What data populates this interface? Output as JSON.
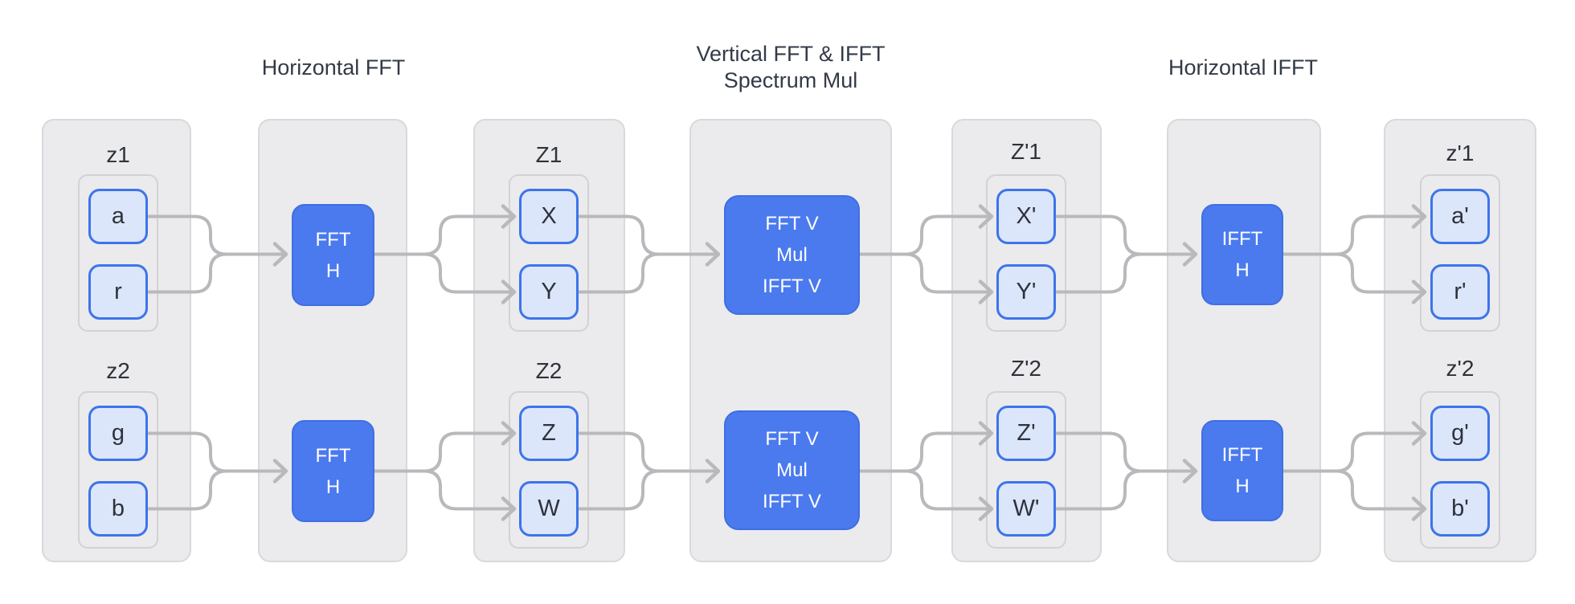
{
  "titles": {
    "stage1": "Horizontal FFT",
    "stage2_line1": "Vertical FFT & IFFT",
    "stage2_line2": "Spectrum Mul",
    "stage3": "Horizontal IFFT"
  },
  "columns": [
    {
      "name": "input-planes",
      "groups": [
        {
          "label": "z1",
          "boxes": [
            "a",
            "r"
          ]
        },
        {
          "label": "z2",
          "boxes": [
            "g",
            "b"
          ]
        }
      ]
    },
    {
      "name": "horizontal-fft-blocks",
      "blocks": [
        {
          "lines": [
            "FFT",
            "H"
          ]
        },
        {
          "lines": [
            "FFT",
            "H"
          ]
        }
      ]
    },
    {
      "name": "horizontal-spectra",
      "groups": [
        {
          "label": "Z1",
          "boxes": [
            "X",
            "Y"
          ]
        },
        {
          "label": "Z2",
          "boxes": [
            "Z",
            "W"
          ]
        }
      ]
    },
    {
      "name": "vertical-fft-mul-ifft-blocks",
      "blocks": [
        {
          "lines": [
            "FFT V",
            "Mul",
            "IFFT V"
          ]
        },
        {
          "lines": [
            "FFT V",
            "Mul",
            "IFFT V"
          ]
        }
      ]
    },
    {
      "name": "processed-spectra",
      "groups": [
        {
          "label": "Z'1",
          "boxes": [
            "X'",
            "Y'"
          ]
        },
        {
          "label": "Z'2",
          "boxes": [
            "Z'",
            "W'"
          ]
        }
      ]
    },
    {
      "name": "horizontal-ifft-blocks",
      "blocks": [
        {
          "lines": [
            "IFFT",
            "H"
          ]
        },
        {
          "lines": [
            "IFFT",
            "H"
          ]
        }
      ]
    },
    {
      "name": "output-planes",
      "groups": [
        {
          "label": "z'1",
          "boxes": [
            "a'",
            "r'"
          ]
        },
        {
          "label": "z'2",
          "boxes": [
            "g'",
            "b'"
          ]
        }
      ]
    }
  ],
  "colors": {
    "block_fill": "#4a7aee",
    "block_border": "#3e6fe2",
    "box_fill": "#dce6fb",
    "box_border": "#3d74ea",
    "panel_fill": "#ebebed",
    "panel_border": "#d9d9dc",
    "group_border": "#d2d2d6",
    "connector": "#b9b9bd",
    "label_text": "#2e323a",
    "title_text": "#333b47",
    "block_text": "#ffffff"
  }
}
